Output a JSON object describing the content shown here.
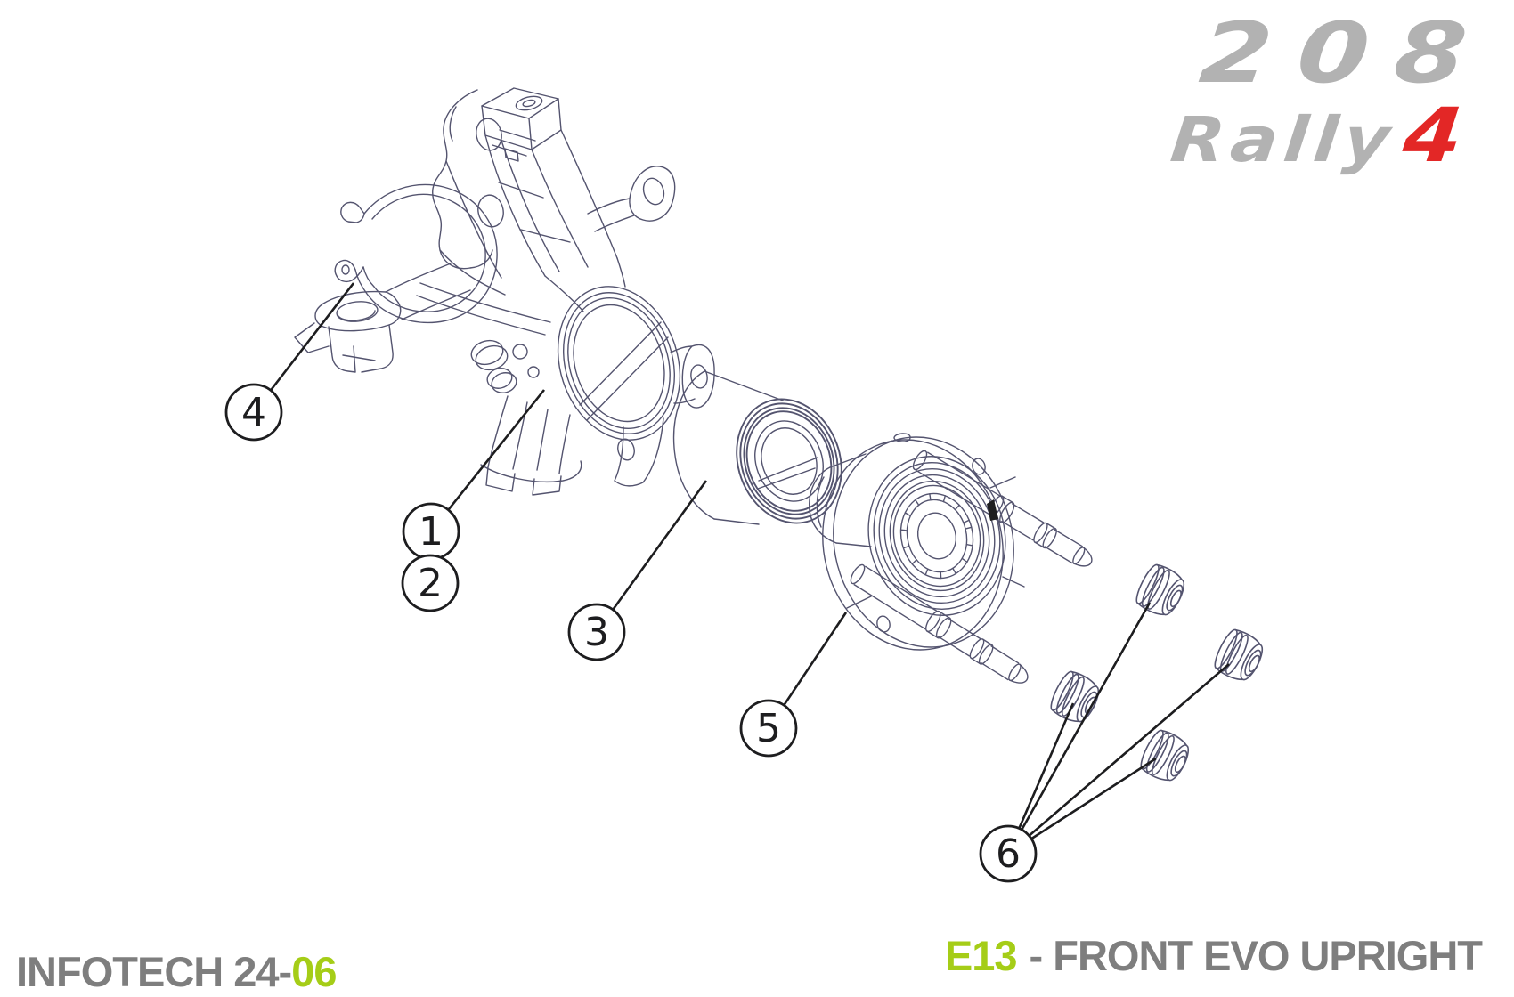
{
  "logo": {
    "model": "208",
    "series": "Rally",
    "series_accent": "4",
    "gray": "#b2b2b2",
    "red": "#e32726"
  },
  "footer": {
    "left_prefix": "INFOTECH 24-",
    "left_accent": "06",
    "right_code": "E13",
    "right_title": "- FRONT EVO UPRIGHT",
    "gray": "#7e7e7e",
    "green": "#a5cd17"
  },
  "diagram": {
    "line_color": "#54546f",
    "callout_color": "#1d1d1f",
    "background": "#ffffff",
    "callouts": [
      {
        "number": "1"
      },
      {
        "number": "2"
      },
      {
        "number": "3"
      },
      {
        "number": "4"
      },
      {
        "number": "5"
      },
      {
        "number": "6"
      }
    ]
  }
}
